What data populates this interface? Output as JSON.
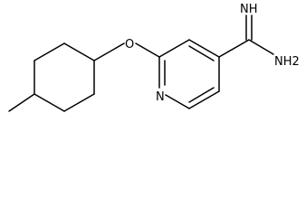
{
  "molecule": {
    "atoms": {
      "ether_oxygen": "O",
      "ring_nitrogen": "N",
      "imine": "NH",
      "amine": "NH2"
    },
    "colors": {
      "bond": "#000000",
      "text": "#000000",
      "background": "#ffffff"
    }
  }
}
